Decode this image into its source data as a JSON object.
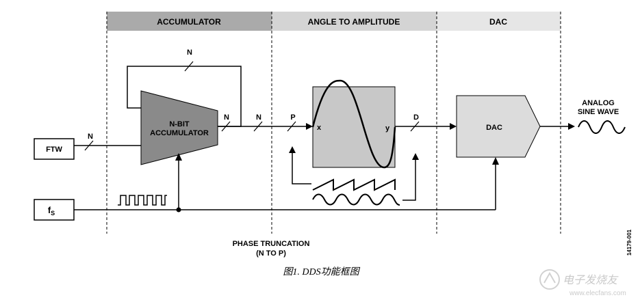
{
  "sections": {
    "accumulator": "ACCUMULATOR",
    "angle_to_amplitude": "ANGLE TO AMPLITUDE",
    "dac": "DAC"
  },
  "inputs": {
    "ftw": "FTW",
    "fs_main": "f",
    "fs_sub": "S"
  },
  "blocks": {
    "accumulator_line1": "N-BIT",
    "accumulator_line2": "ACCUMULATOR",
    "lut_x": "x",
    "lut_y": "y",
    "dac": "DAC"
  },
  "bus_labels": {
    "ftw_in": "N",
    "feedback": "N",
    "acc_out": "N",
    "mid": "N",
    "lut_in": "P",
    "lut_out": "D"
  },
  "output": {
    "line1": "ANALOG",
    "line2": "SINE WAVE"
  },
  "truncation": {
    "line1": "PHASE TRUNCATION",
    "line2": "(N TO P)"
  },
  "side_code": "14179-001",
  "caption": "图1. DDS功能框图",
  "watermark": "电子发烧友",
  "watermark_url": "www.elecfans.com",
  "colors": {
    "accumulator_band": "#aaaaaa",
    "angle_band": "#d4d4d4",
    "dac_band": "#e6e6e6",
    "accumulator_block": "#8a8a8a",
    "lut_block": "#c8c8c8",
    "dac_block": "#dcdcdc"
  }
}
